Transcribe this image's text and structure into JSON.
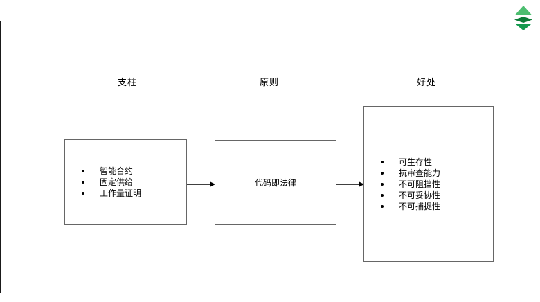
{
  "headers": [
    {
      "label": "支柱"
    },
    {
      "label": "原则"
    },
    {
      "label": "好处"
    }
  ],
  "boxes": [
    {
      "items": [
        "智能合约",
        "固定供给",
        "工作量证明"
      ]
    },
    {
      "text": "代码即法律"
    },
    {
      "items": [
        "可生存性",
        "抗审查能力",
        "不可阻挡性",
        "不可妥协性",
        "不可捕捉性"
      ]
    }
  ],
  "logo": {
    "name": "ethereum-classic-logo",
    "colors": {
      "top": "#4dbe70",
      "middle": "#0c7b36",
      "bottom": "#149a4e"
    }
  },
  "colors": {
    "box_border": "#666666",
    "arrow": "#000000",
    "text": "#000000",
    "background": "#ffffff"
  }
}
